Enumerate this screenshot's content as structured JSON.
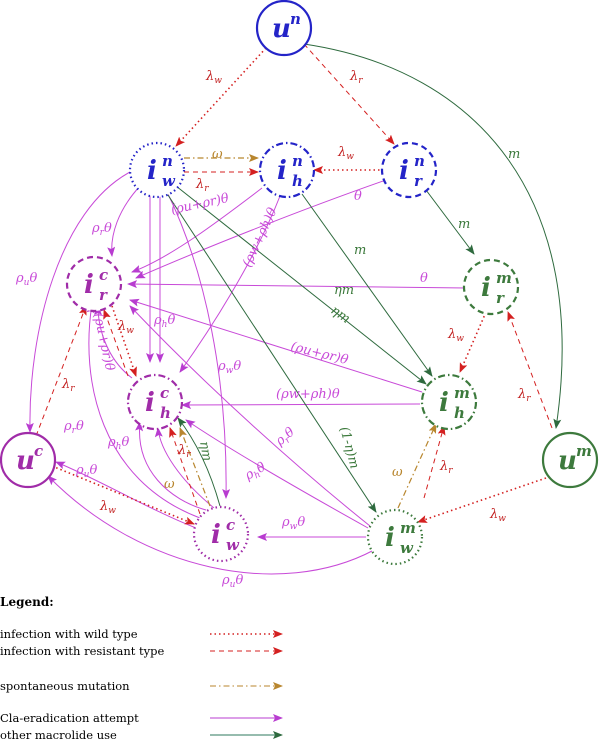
{
  "nodes": {
    "un": {
      "base": "u",
      "sup": "n",
      "color": "#2424c8"
    },
    "iwn": {
      "base": "i",
      "sub": "w",
      "sup": "n",
      "color": "#2424c8"
    },
    "ihn": {
      "base": "i",
      "sub": "h",
      "sup": "n",
      "color": "#2424c8"
    },
    "irn": {
      "base": "i",
      "sub": "r",
      "sup": "n",
      "color": "#2424c8"
    },
    "irc": {
      "base": "i",
      "sub": "r",
      "sup": "c",
      "color": "#a02ca8"
    },
    "ihc": {
      "base": "i",
      "sub": "h",
      "sup": "c",
      "color": "#a02ca8"
    },
    "uc": {
      "base": "u",
      "sup": "c",
      "color": "#a02ca8"
    },
    "iwc": {
      "base": "i",
      "sub": "w",
      "sup": "c",
      "color": "#a02ca8"
    },
    "irm": {
      "base": "i",
      "sub": "r",
      "sup": "m",
      "color": "#3d7a3d"
    },
    "ihm": {
      "base": "i",
      "sub": "h",
      "sup": "m",
      "color": "#3d7a3d"
    },
    "um": {
      "base": "u",
      "sup": "m",
      "color": "#3d7a3d"
    },
    "iwm": {
      "base": "i",
      "sub": "w",
      "sup": "m",
      "color": "#3d7a3d"
    }
  },
  "labels": {
    "lambda_w": "λ",
    "lambda_w_sub": "w",
    "lambda_r": "λ",
    "lambda_r_sub": "r",
    "omega": "ω",
    "m": "m",
    "theta": "θ",
    "eta_m": "ηm",
    "one_minus_eta_m": "(1-η)m",
    "rho_r_theta": "ρ",
    "rho_u_theta": "ρ",
    "rho_h_theta": "ρ",
    "rho_w_theta": "ρ",
    "rho_u_plus_rho_r_theta": "(ρu+ρr)θ",
    "rho_w_plus_rho_h_theta": "(ρw+ρh)θ",
    "rho_u_plus_rho_r_theta_vertical": "(ρu+ρr)θ"
  },
  "legend": {
    "title": "Legend:",
    "items": [
      {
        "text": "infection with wild type",
        "color": "#d42020",
        "style": "dotted"
      },
      {
        "text": "infection with resistant type",
        "color": "#d42020",
        "style": "dashed"
      },
      {
        "text": "spontaneous mutation",
        "color": "#b8862e",
        "style": "dashdot"
      },
      {
        "text": "Cla-eradication attempt",
        "color": "#b83cd0",
        "style": "solid"
      },
      {
        "text": "other macrolide use",
        "color": "#2e7a5e",
        "style": "solid"
      }
    ]
  },
  "colors": {
    "blue": "#2424c8",
    "purple": "#a02ca8",
    "green": "#3d7a3d",
    "red": "#d42020",
    "gold": "#b8862e",
    "magenta": "#c84ad8",
    "darkgreen": "#2e6a3e"
  }
}
